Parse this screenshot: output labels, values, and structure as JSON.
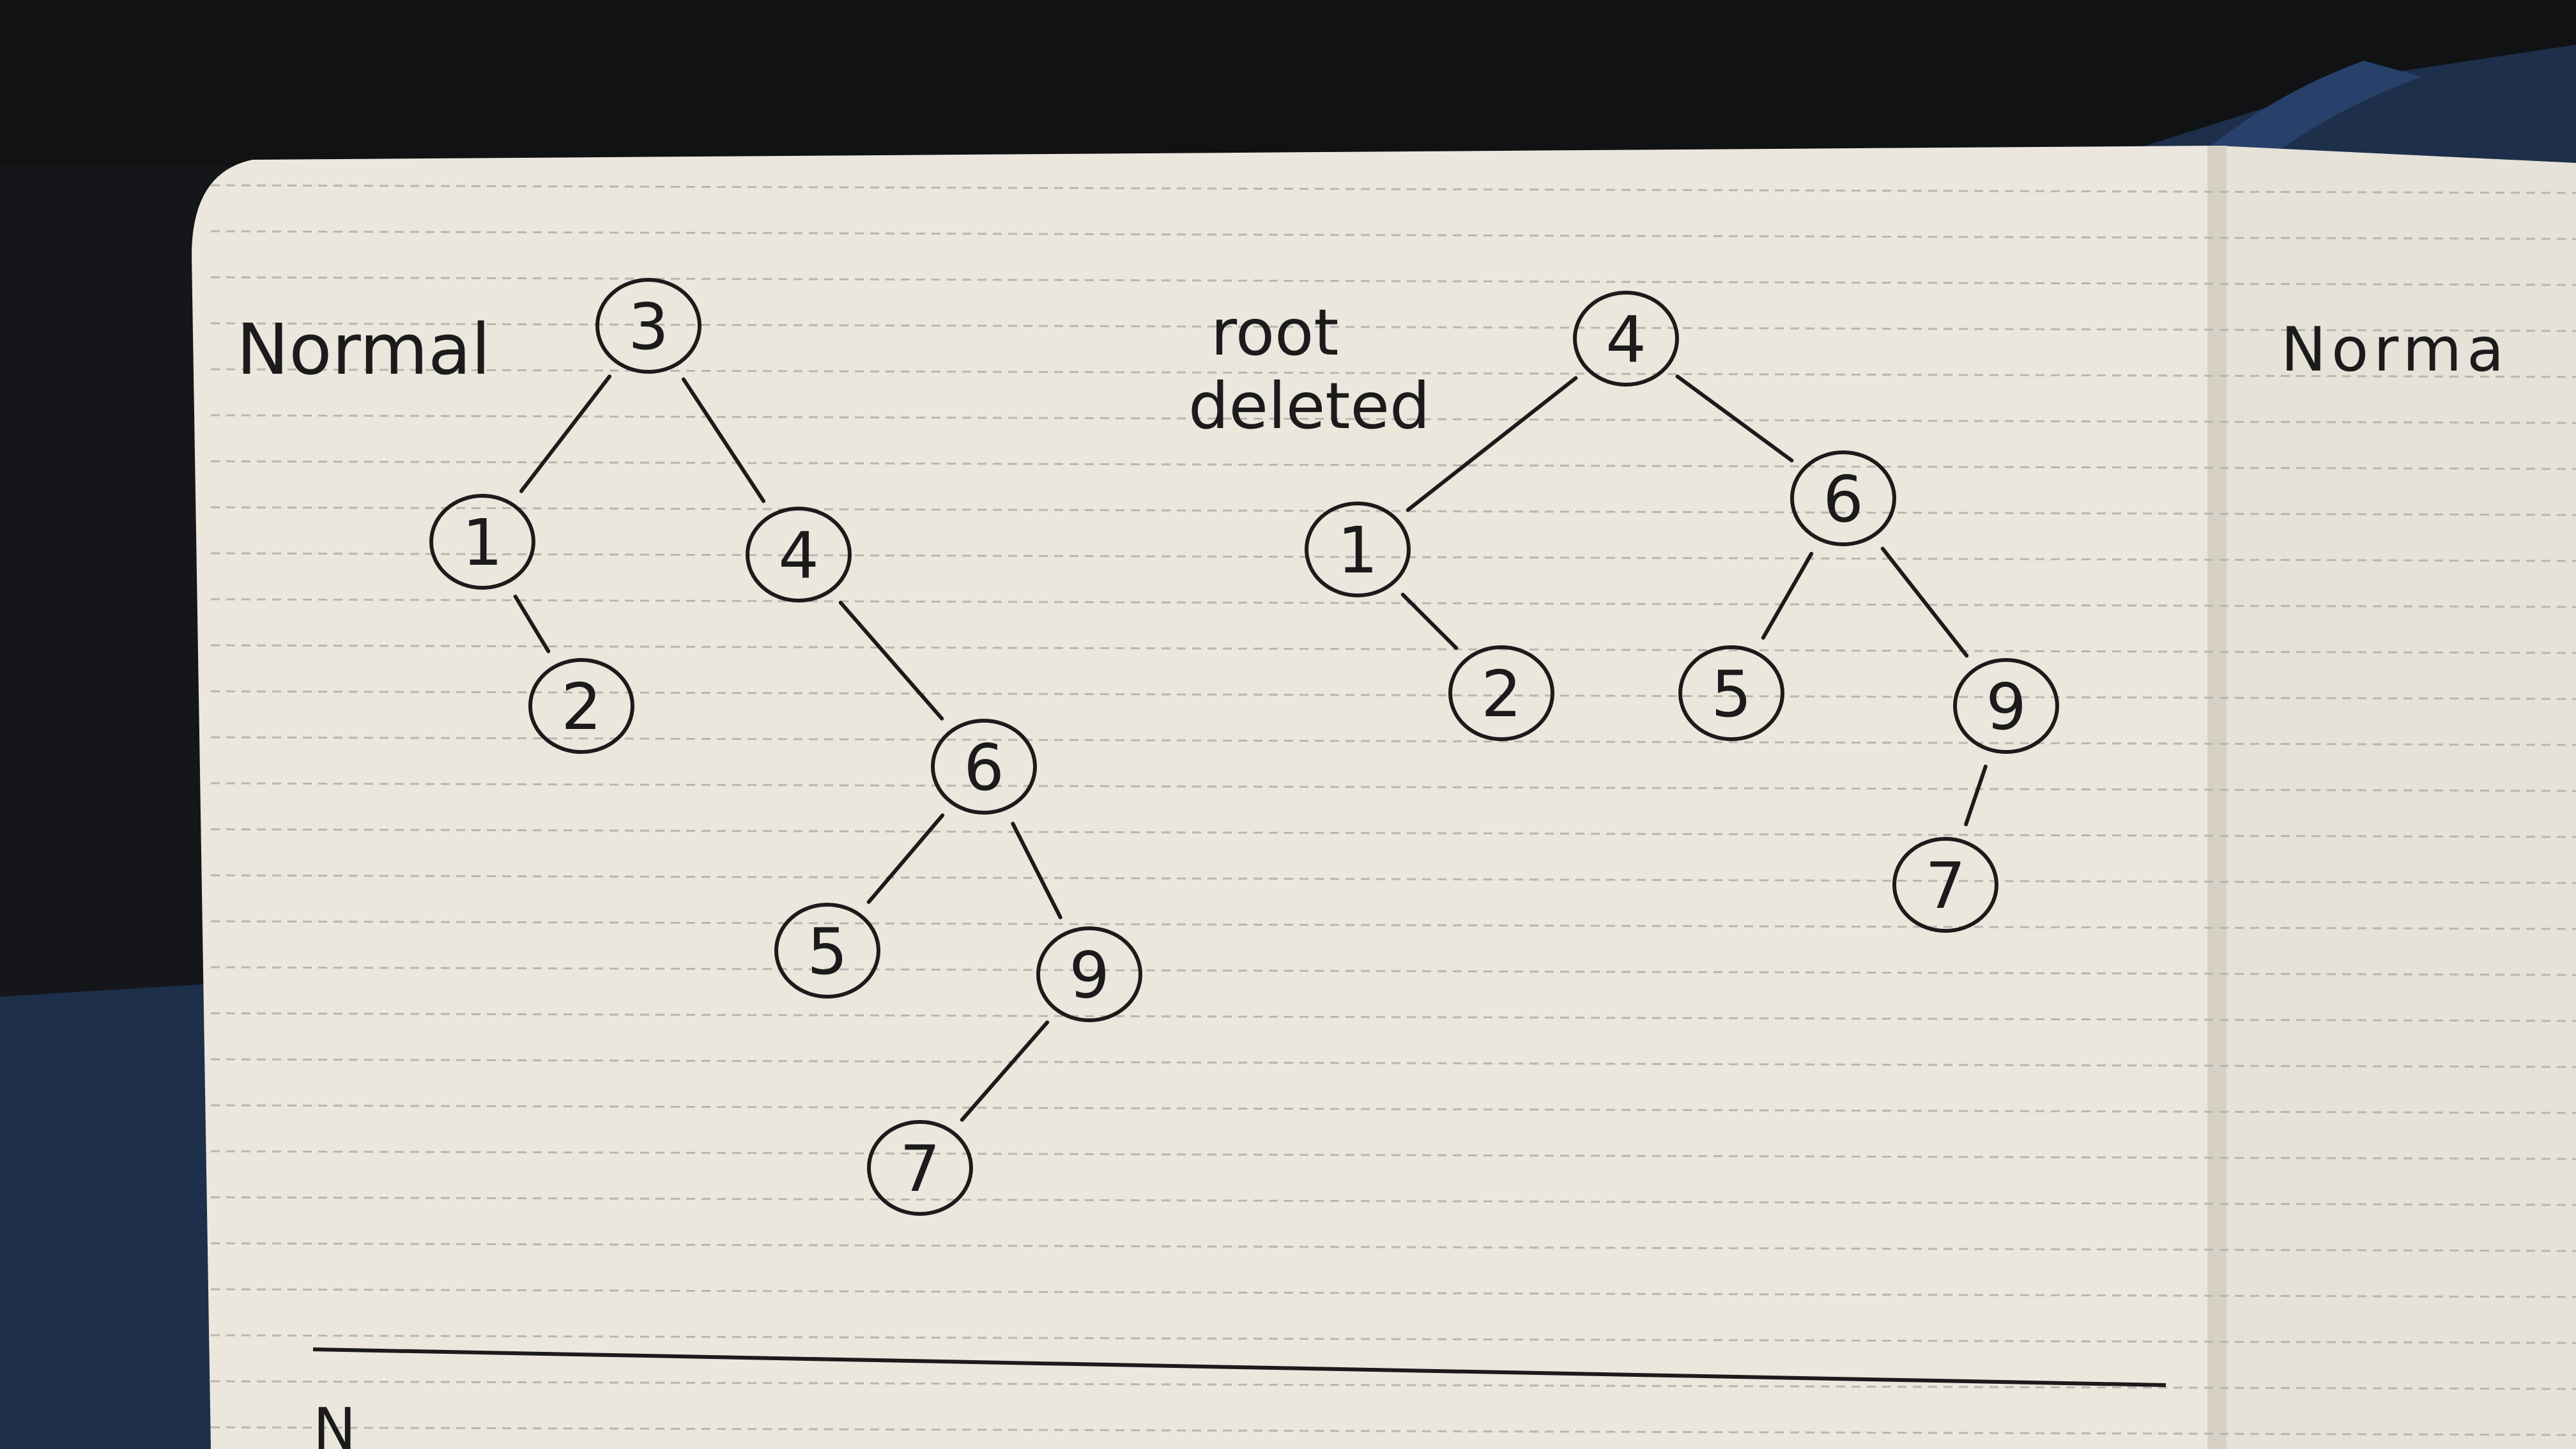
{
  "colors": {
    "background": "#141619",
    "cover_blue": "#1d2f4a",
    "paper": "#ebe7dd",
    "paper_right": "#e6e2d8",
    "rule_line": "#b9b6b0",
    "ink": "#1b1b1b"
  },
  "left_tree": {
    "label": "Normal",
    "nodes": [
      {
        "id": "n3",
        "value": "3"
      },
      {
        "id": "n1",
        "value": "1"
      },
      {
        "id": "n4",
        "value": "4"
      },
      {
        "id": "n2",
        "value": "2"
      },
      {
        "id": "n6",
        "value": "6"
      },
      {
        "id": "n5",
        "value": "5"
      },
      {
        "id": "n9",
        "value": "9"
      },
      {
        "id": "n7",
        "value": "7"
      }
    ],
    "edges": [
      [
        "n3",
        "n1"
      ],
      [
        "n3",
        "n4"
      ],
      [
        "n1",
        "n2"
      ],
      [
        "n4",
        "n6"
      ],
      [
        "n6",
        "n5"
      ],
      [
        "n6",
        "n9"
      ],
      [
        "n9",
        "n7"
      ]
    ]
  },
  "right_tree": {
    "label_line1": "root",
    "label_line2": "deleted",
    "nodes": [
      {
        "id": "m4",
        "value": "4"
      },
      {
        "id": "m1",
        "value": "1"
      },
      {
        "id": "m6",
        "value": "6"
      },
      {
        "id": "m2",
        "value": "2"
      },
      {
        "id": "m5",
        "value": "5"
      },
      {
        "id": "m9",
        "value": "9"
      },
      {
        "id": "m7",
        "value": "7"
      }
    ],
    "edges": [
      [
        "m4",
        "m1"
      ],
      [
        "m4",
        "m6"
      ],
      [
        "m1",
        "m2"
      ],
      [
        "m6",
        "m5"
      ],
      [
        "m6",
        "m9"
      ],
      [
        "m9",
        "m7"
      ]
    ]
  },
  "right_page": {
    "label": "Norma"
  },
  "bottom_fragment": {
    "label": "N"
  }
}
